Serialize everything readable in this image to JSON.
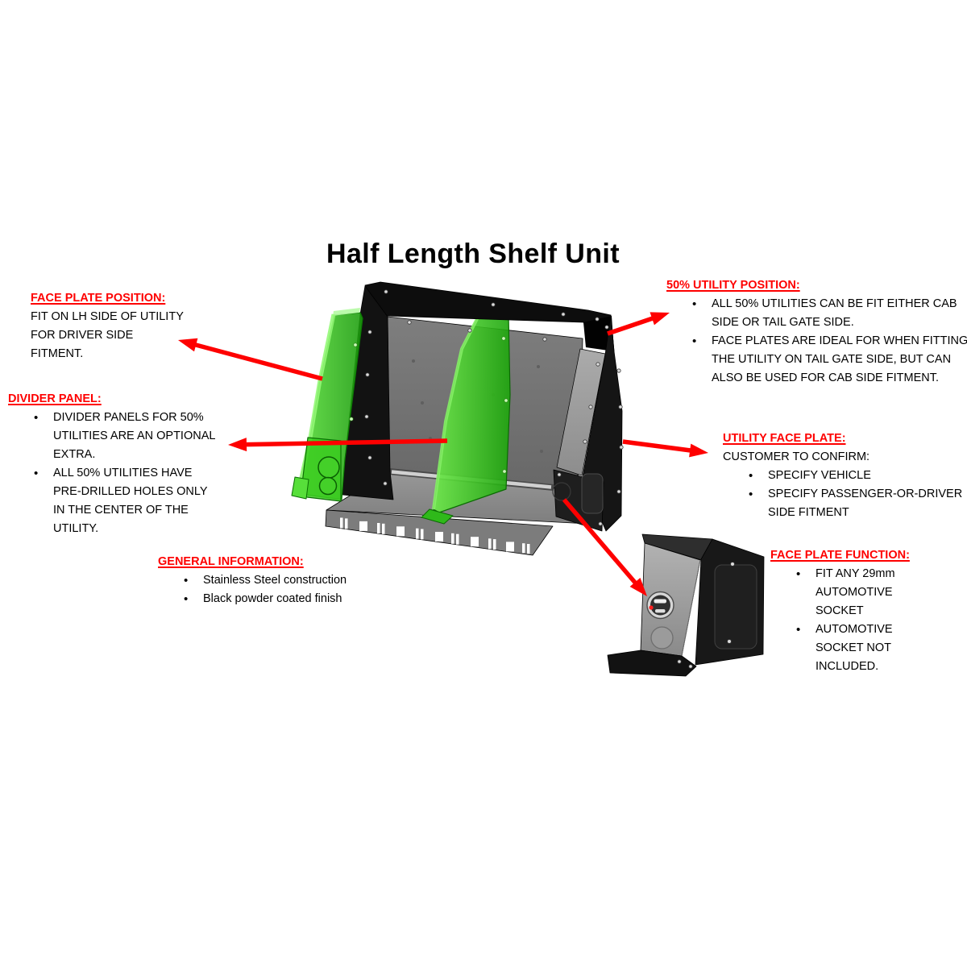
{
  "page": {
    "title": "Half Length Shelf Unit"
  },
  "colors": {
    "accent_red": "#fe0000",
    "highlight_green": "#3bcd20",
    "panel_black": "#151515",
    "steel_gray": "#7d7d7d"
  },
  "annotations": {
    "face_plate_position": {
      "heading": "FACE PLATE POSITION:",
      "lines": [
        "FIT ON LH SIDE OF UTILITY",
        "FOR DRIVER SIDE",
        "FITMENT."
      ]
    },
    "divider_panel": {
      "heading": "DIVIDER PANEL:",
      "bullets": [
        {
          "lines": [
            "DIVIDER PANELS FOR 50%",
            "UTILITIES ARE AN OPTIONAL",
            "EXTRA."
          ]
        },
        {
          "lines": [
            "ALL 50% UTILITIES HAVE",
            "PRE-DRILLED HOLES ONLY",
            "IN THE CENTER OF THE",
            "UTILITY."
          ]
        }
      ]
    },
    "general_information": {
      "heading": "GENERAL INFORMATION:",
      "bullets": [
        {
          "lines": [
            "Stainless Steel construction"
          ]
        },
        {
          "lines": [
            "Black powder coated finish"
          ]
        }
      ]
    },
    "utility_position": {
      "heading": "50% UTILITY POSITION:",
      "bullets": [
        {
          "lines": [
            "ALL 50% UTILITIES CAN BE FIT EITHER CAB",
            "SIDE OR TAIL GATE SIDE."
          ]
        },
        {
          "lines": [
            "FACE PLATES ARE IDEAL FOR WHEN FITTING",
            "THE UTILITY ON TAIL GATE SIDE, BUT CAN",
            "ALSO BE USED FOR CAB SIDE FITMENT."
          ]
        }
      ]
    },
    "utility_face_plate": {
      "heading": "UTILITY FACE PLATE:",
      "subheading": "CUSTOMER TO CONFIRM:",
      "bullets": [
        {
          "lines": [
            "SPECIFY VEHICLE"
          ]
        },
        {
          "lines": [
            "SPECIFY PASSENGER-OR-DRIVER",
            "SIDE FITMENT"
          ]
        }
      ]
    },
    "face_plate_function": {
      "heading": "FACE PLATE FUNCTION:",
      "bullets": [
        {
          "lines": [
            "FIT ANY 29mm",
            "AUTOMOTIVE",
            "SOCKET"
          ]
        },
        {
          "lines": [
            "AUTOMOTIVE",
            "SOCKET NOT",
            "INCLUDED."
          ]
        }
      ]
    }
  }
}
